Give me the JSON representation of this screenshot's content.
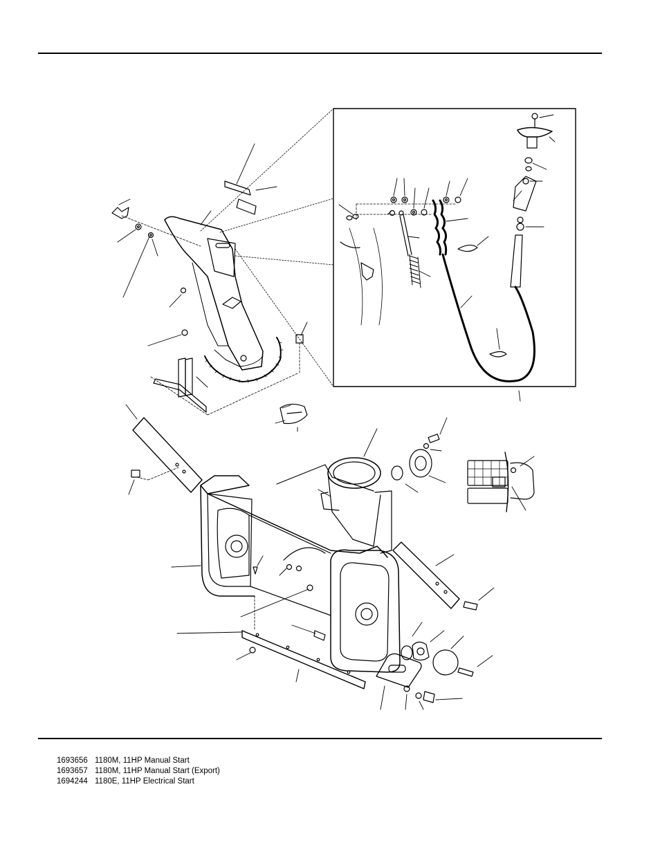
{
  "page": {
    "document_type": "parts-diagram",
    "figure": "snowthrower auger housing and discharge chute assembly (exploded view)",
    "callouts_numbered": false
  },
  "models": [
    {
      "number": "1693656",
      "description": "1180M, 11HP Manual Start"
    },
    {
      "number": "1693657",
      "description": "1180M, 11HP Manual Start (Export)"
    },
    {
      "number": "1694244",
      "description": "1180E, 11HP Electrical Start"
    }
  ],
  "colors": {
    "ink": "#000000",
    "paper": "#ffffff"
  }
}
